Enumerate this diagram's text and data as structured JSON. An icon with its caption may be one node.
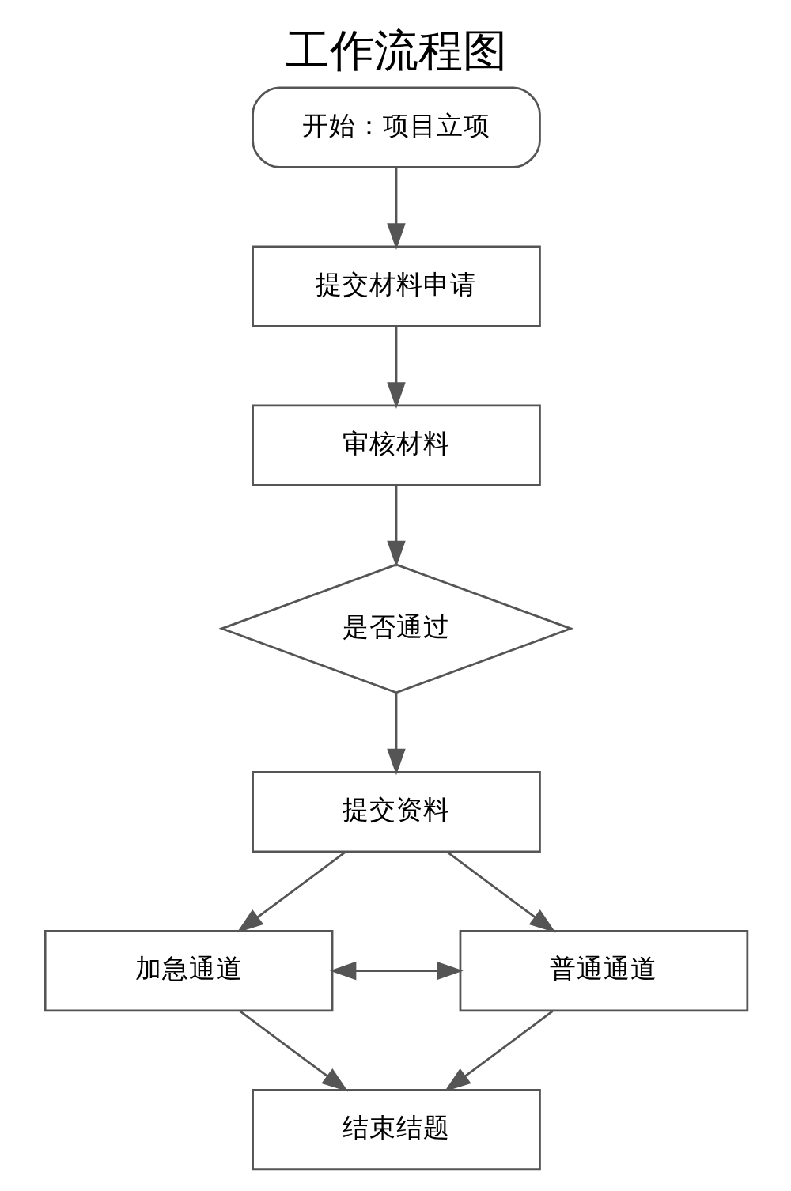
{
  "diagram": {
    "title": "工作流程图",
    "nodes": [
      {
        "text": [
          "开始：项目立项"
        ]
      },
      {
        "text": [
          "提交材料申请"
        ]
      },
      {
        "text": [
          "审核材料"
        ]
      },
      {
        "text": [
          "是否通过"
        ]
      },
      {
        "text": [
          "提交资料"
        ]
      },
      {
        "text": [
          "加急通道"
        ]
      },
      {
        "text": [
          "普通通道"
        ]
      },
      {
        "text": [
          "结束结题"
        ]
      }
    ],
    "edges": [
      {
        "from": 0,
        "to": 1,
        "arrow": "to"
      },
      {
        "from": 1,
        "to": 2,
        "arrow": "to"
      },
      {
        "from": 2,
        "to": 3,
        "arrow": "to"
      },
      {
        "from": 3,
        "to": 4,
        "arrow": "to"
      },
      {
        "from": 4,
        "to": 5,
        "arrow": "to"
      },
      {
        "from": 4,
        "to": 6,
        "arrow": "to"
      },
      {
        "from": 5,
        "to": 6,
        "arrow": "both"
      },
      {
        "from": 5,
        "to": 7,
        "arrow": "to"
      },
      {
        "from": 6,
        "to": 7,
        "arrow": "to"
      }
    ]
  }
}
